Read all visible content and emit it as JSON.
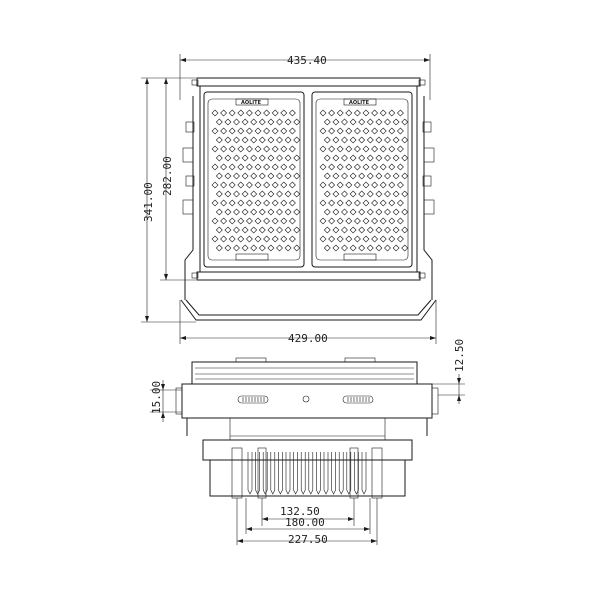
{
  "dimensions": {
    "overall_width": "435.40",
    "bracket_width": "429.00",
    "overall_height": "341.00",
    "body_height": "282.00",
    "side_offset": "12.50",
    "side_small": "15.00",
    "hole_spacing_1": "132.50",
    "hole_spacing_2": "180.00",
    "hole_spacing_3": "227.50"
  },
  "logo_text": "AOLITE"
}
